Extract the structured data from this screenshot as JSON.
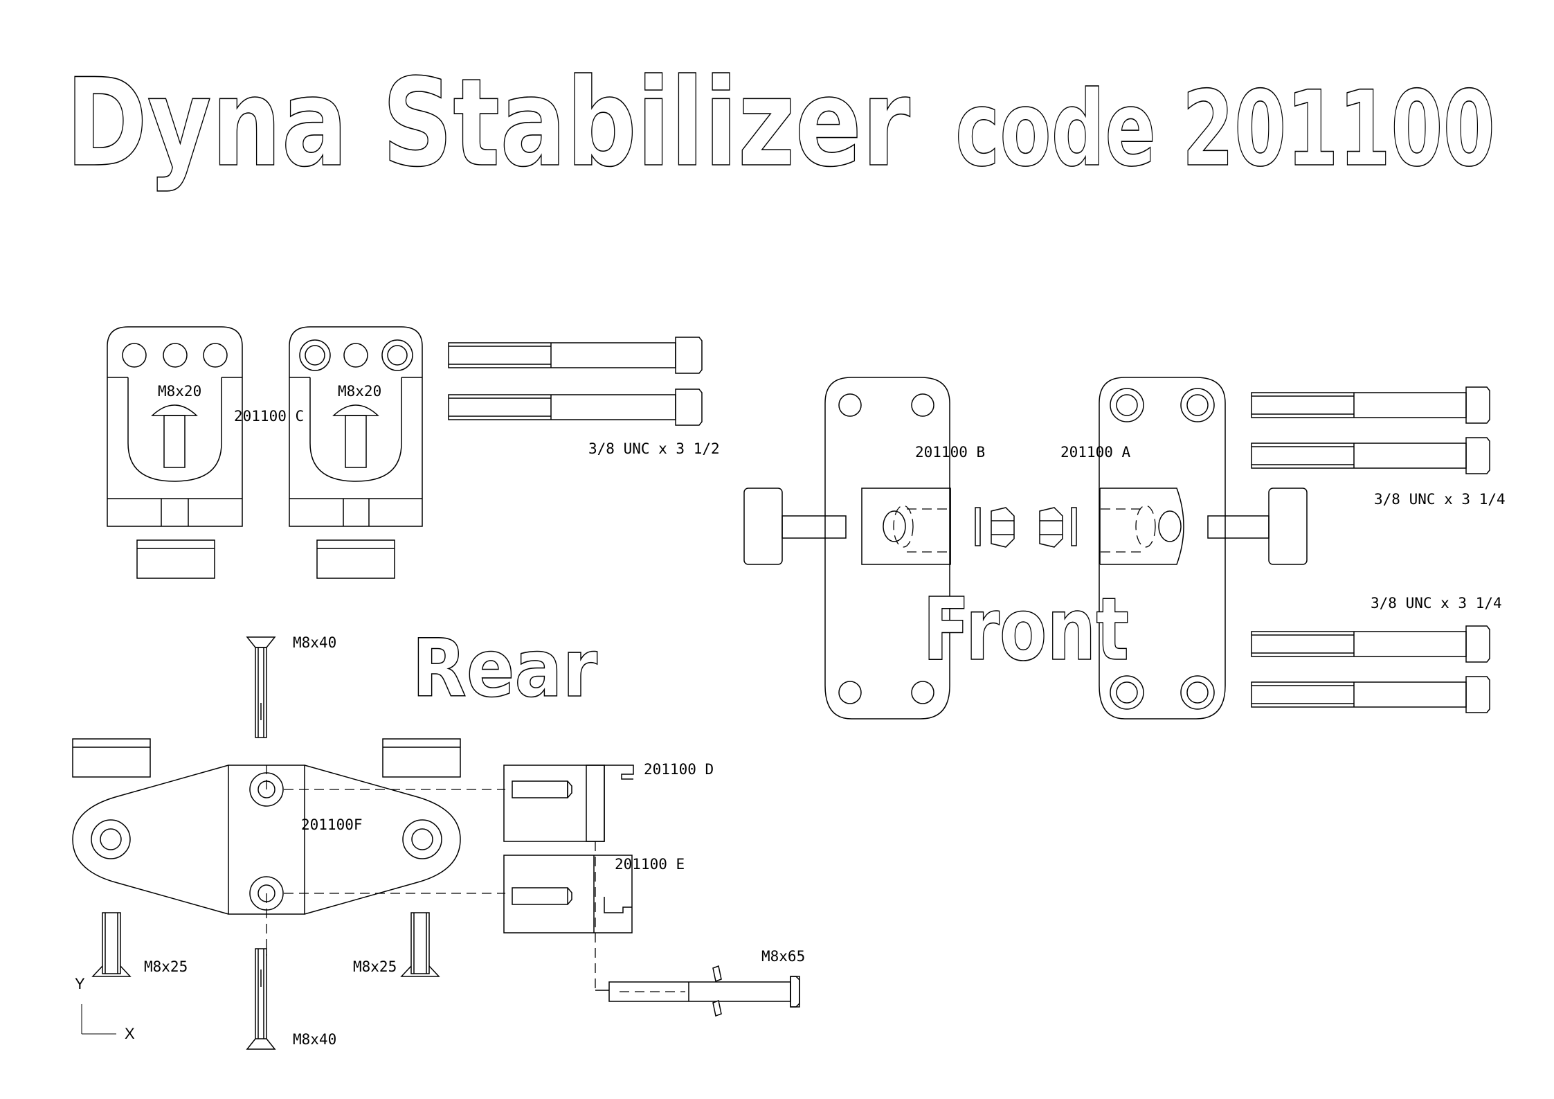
{
  "title": {
    "main": "Dyna Stabilizer",
    "code": "code 201100"
  },
  "headings": {
    "rear": "Rear",
    "front": "Front"
  },
  "labels": {
    "m8x20_left": "M8x20",
    "m8x20_right": "M8x20",
    "part_c": "201100 C",
    "bolt_rear_top": "3/8 UNC x 3 1/2",
    "part_b": "201100 B",
    "part_a": "201100 A",
    "bolt_front_top": "3/8 UNC x 3 1/4",
    "bolt_front_bottom": "3/8 UNC x 3 1/4",
    "m8x40_top": "M8x40",
    "m8x40_bottom": "M8x40",
    "part_d": "201100 D",
    "part_e": "201100 E",
    "part_f": "201100F",
    "m8x25_left": "M8x25",
    "m8x25_right": "M8x25",
    "m8x65": "M8x65"
  },
  "axes": {
    "y": "Y",
    "x": "X"
  }
}
